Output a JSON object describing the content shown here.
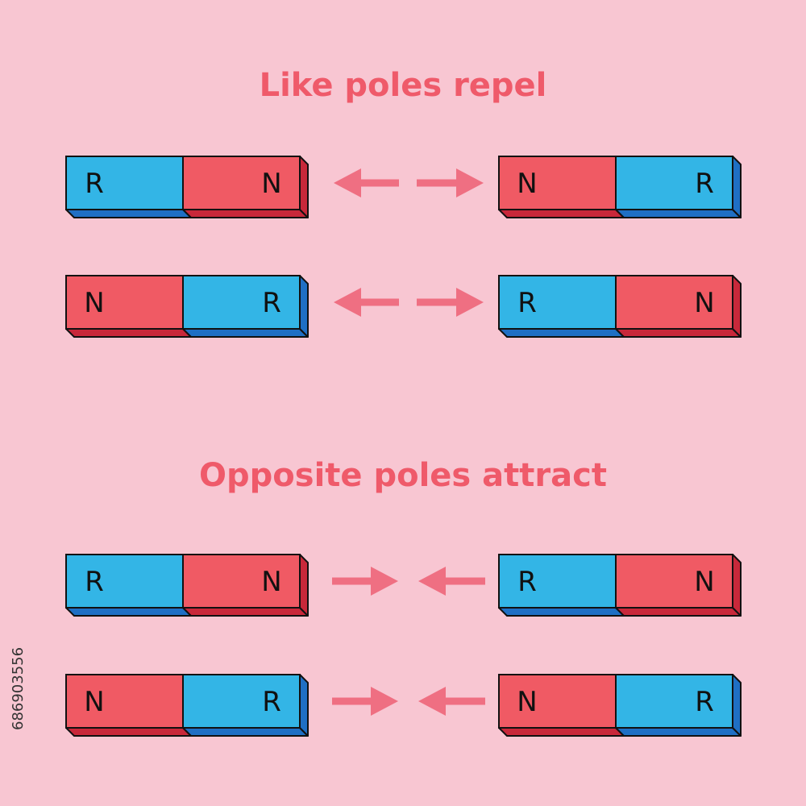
{
  "headings": {
    "repel": "Like poles repel",
    "attract": "Opposite poles attract"
  },
  "colors": {
    "background": "#f8c6d2",
    "north": "#f05a64",
    "south": "#33b5e6",
    "arrow": "#ef6f82",
    "heading": "#ef5a6a"
  },
  "rows": [
    {
      "group": "repel",
      "left": [
        "R",
        "N"
      ],
      "right": [
        "N",
        "R"
      ],
      "arrows": "apart"
    },
    {
      "group": "repel",
      "left": [
        "N",
        "R"
      ],
      "right": [
        "R",
        "N"
      ],
      "arrows": "apart"
    },
    {
      "group": "attract",
      "left": [
        "R",
        "N"
      ],
      "right": [
        "R",
        "N"
      ],
      "arrows": "together"
    },
    {
      "group": "attract",
      "left": [
        "N",
        "R"
      ],
      "right": [
        "N",
        "R"
      ],
      "arrows": "together"
    }
  ],
  "watermark": "686903556"
}
